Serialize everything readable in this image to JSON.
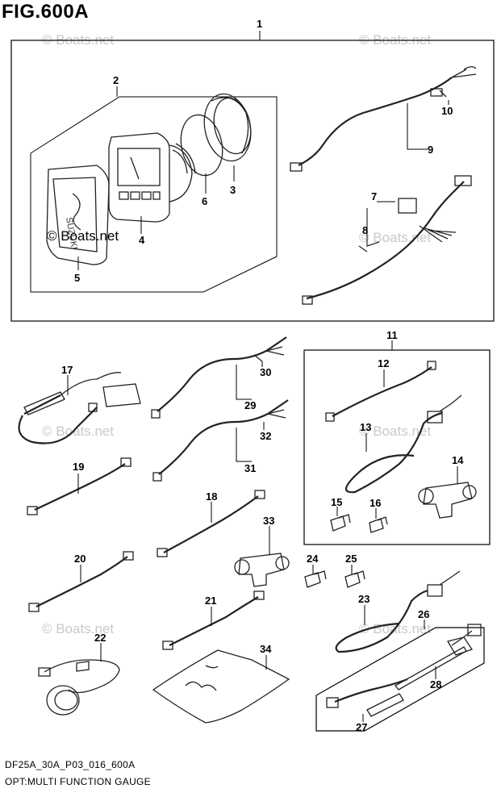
{
  "figure": {
    "title": "FIG.600A",
    "code": "DF25A_30A_P03_016_600A",
    "subtitle": "OPT:MULTI FUNCTION GAUGE"
  },
  "watermark": {
    "text": "© Boats.net",
    "text_dark": "© Boats.net"
  },
  "callouts": [
    "1",
    "2",
    "3",
    "4",
    "5",
    "6",
    "7",
    "8",
    "9",
    "10",
    "11",
    "12",
    "13",
    "14",
    "15",
    "16",
    "17",
    "18",
    "19",
    "20",
    "21",
    "22",
    "23",
    "24",
    "25",
    "26",
    "27",
    "28",
    "29",
    "30",
    "31",
    "32",
    "33",
    "34"
  ],
  "colors": {
    "ink": "#000000",
    "watermark": "#c8c8c8",
    "background": "#ffffff"
  }
}
